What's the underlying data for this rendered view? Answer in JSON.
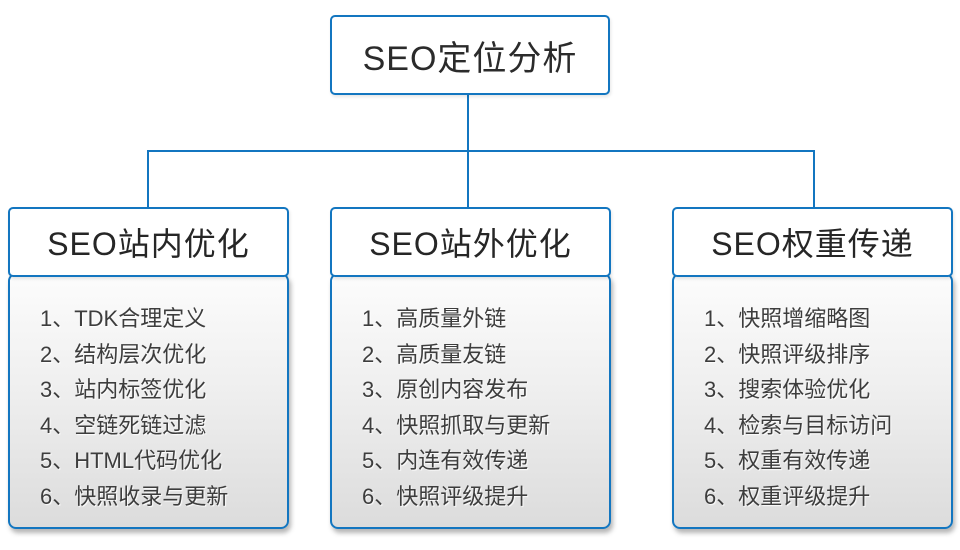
{
  "diagram": {
    "accent_color": "#1376C0",
    "root": {
      "title": "SEO定位分析"
    },
    "branches": [
      {
        "title": "SEO站内优化",
        "items": [
          "1、TDK合理定义",
          "2、结构层次优化",
          "3、站内标签优化",
          "4、空链死链过滤",
          "5、HTML代码优化",
          "6、快照收录与更新"
        ]
      },
      {
        "title": "SEO站外优化",
        "items": [
          "1、高质量外链",
          "2、高质量友链",
          "3、原创内容发布",
          "4、快照抓取与更新",
          "5、内连有效传递",
          "6、快照评级提升"
        ]
      },
      {
        "title": "SEO权重传递",
        "items": [
          "1、快照增缩略图",
          "2、快照评级排序",
          "3、搜索体验优化",
          "4、检索与目标访问",
          "5、权重有效传递",
          "6、权重评级提升"
        ]
      }
    ]
  }
}
